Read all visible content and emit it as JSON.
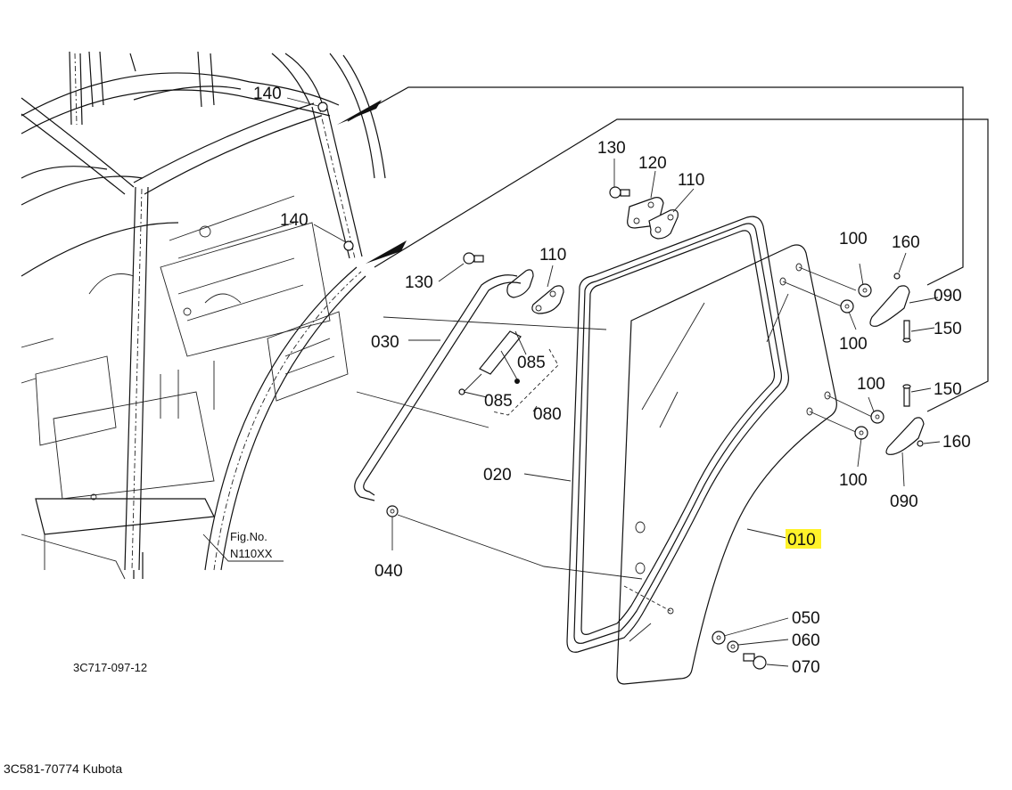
{
  "diagram": {
    "title": "Kubota cab door parts diagram",
    "highlight_color": "#fff22a",
    "callouts": [
      {
        "id": "140a",
        "text": "140"
      },
      {
        "id": "140b",
        "text": "140"
      },
      {
        "id": "130a",
        "text": "130"
      },
      {
        "id": "120",
        "text": "120"
      },
      {
        "id": "110a",
        "text": "110"
      },
      {
        "id": "130b",
        "text": "130"
      },
      {
        "id": "110b",
        "text": "110"
      },
      {
        "id": "030",
        "text": "030"
      },
      {
        "id": "085a",
        "text": "085"
      },
      {
        "id": "085b",
        "text": "085"
      },
      {
        "id": "080",
        "text": "080"
      },
      {
        "id": "020",
        "text": "020"
      },
      {
        "id": "040",
        "text": "040"
      },
      {
        "id": "010",
        "text": "010",
        "highlighted": true
      },
      {
        "id": "100a",
        "text": "100"
      },
      {
        "id": "160a",
        "text": "160"
      },
      {
        "id": "090a",
        "text": "090"
      },
      {
        "id": "100b",
        "text": "100"
      },
      {
        "id": "150a",
        "text": "150"
      },
      {
        "id": "100c",
        "text": "100"
      },
      {
        "id": "150b",
        "text": "150"
      },
      {
        "id": "160b",
        "text": "160"
      },
      {
        "id": "100d",
        "text": "100"
      },
      {
        "id": "090b",
        "text": "090"
      },
      {
        "id": "050",
        "text": "050"
      },
      {
        "id": "060",
        "text": "060"
      },
      {
        "id": "070",
        "text": "070"
      }
    ],
    "fig_ref": {
      "line1": "Fig.No.",
      "line2": "N110XX"
    },
    "drawing_number": "3C717-097-12",
    "caption": "3C581-70774 Kubota"
  }
}
